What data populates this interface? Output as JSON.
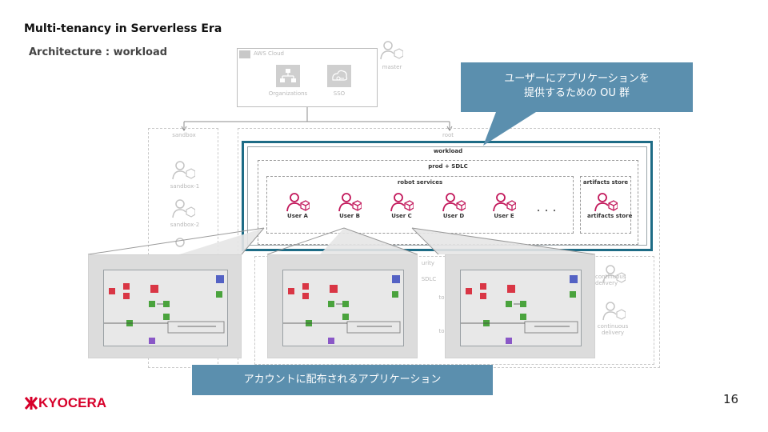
{
  "title": "Multi-tenancy in Serverless Era",
  "subtitle": "Architecture : workload",
  "page_number": "16",
  "logo_text": "KYOCERA",
  "colors": {
    "accent": "#1e6c86",
    "callout": "#5b8fae",
    "user_icon": "#c2185b",
    "logo": "#d7002a"
  },
  "aws": {
    "cloud_label": "AWS Cloud",
    "organizations": "Organizations",
    "sso": "SSO",
    "master": "master"
  },
  "tree": {
    "sandbox": "sandbox",
    "root": "root",
    "sandbox_1": "sandbox-1",
    "sandbox_2": "sandbox-2"
  },
  "workload": {
    "label": "workload",
    "prod_sdlc": "prod + SDLC",
    "robot_services": "robot services",
    "artifacts_store_group": "artifacts store",
    "artifacts_store": "artifacts store",
    "ellipsis": "・・・",
    "users": [
      "User A",
      "User B",
      "User C",
      "User D",
      "User E"
    ]
  },
  "background_labels": {
    "security": "urity",
    "sdlc": "SDLC",
    "to_1": "to",
    "to_2": "to",
    "continuous_delivery_1": "continuous delivery",
    "continuous_delivery_2": "continuous delivery"
  },
  "callouts": {
    "top_line1": "ユーザーにアプリケーションを",
    "top_line2": "提供するための OU 群",
    "bottom": "アカウントに配布されるアプリケーション"
  }
}
